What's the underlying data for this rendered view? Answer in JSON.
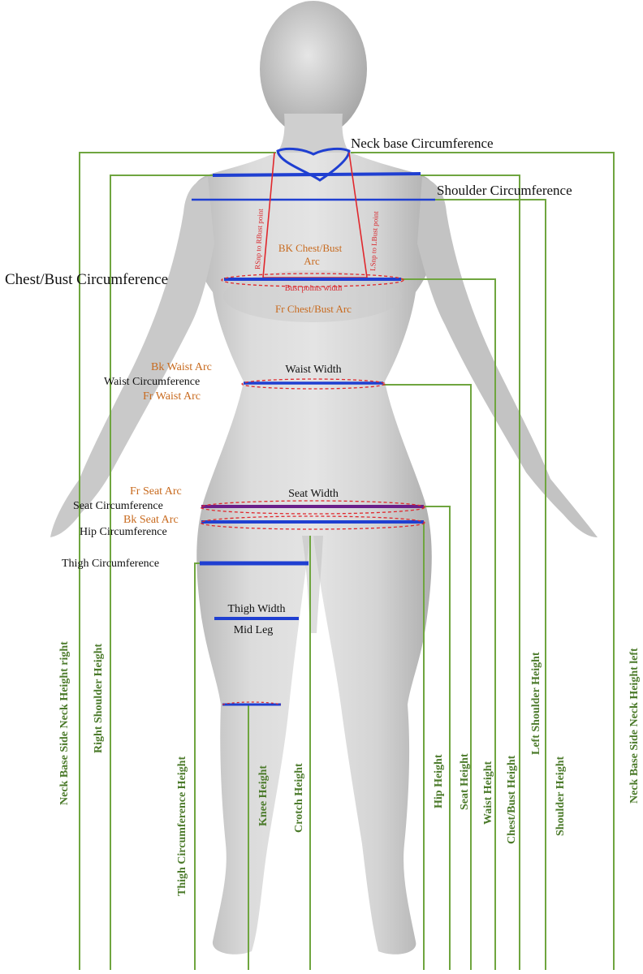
{
  "colors": {
    "body_fill": "#d6d6d6",
    "body_shade": "#b9b9b9",
    "green_line": "#6fa53f",
    "green_text": "#4b7a2a",
    "blue_line": "#1f3fd1",
    "red_line": "#e0282d",
    "orange_text": "#c86a1e",
    "black_text": "#111111"
  },
  "labels": {
    "neck_base_circ": "Neck base Circumference",
    "shoulder_circ": "Shoulder  Circumference",
    "chest_bust_circ": "Chest/Bust Circumference",
    "bk_chest_bust_arc_1": "BK Chest/Bust",
    "bk_chest_bust_arc_2": "Arc",
    "bust_points_width": "Bust points  width",
    "fr_chest_bust_arc": "Fr Chest/Bust Arc",
    "rsnp_to_rbust": "RSnp  to RBust point",
    "lsnp_to_lbust": "LSnp to LBust point",
    "bk_waist_arc": "Bk  Waist Arc",
    "waist_circ": "Waist Circumference",
    "fr_waist_arc": "Fr Waist Arc",
    "waist_width": "Waist Width",
    "fr_seat_arc": "Fr Seat Arc",
    "seat_circ": "Seat Circumference",
    "bk_seat_arc": "Bk  Seat Arc",
    "hip_circ": "Hip Circumference",
    "seat_width": "Seat Width",
    "thigh_circ": "Thigh Circumference",
    "thigh_width": "Thigh Width",
    "mid_leg": "Mid Leg"
  },
  "heights": {
    "neck_base_right": "Neck Base Side Neck Height right",
    "right_shoulder": "Right Shoulder   Height",
    "thigh_circ_height": "Thigh  Circumference  Height",
    "knee": "Knee Height",
    "crotch": "Crotch Height",
    "hip": "Hip Height",
    "seat": "Seat Height",
    "waist": "Waist Height",
    "chest_bust": "Chest/Bust Height",
    "left_shoulder": "Left  Shoulder Height",
    "shoulder": "Shoulder Height",
    "neck_base_left": "Neck Base Side Neck Height left"
  }
}
